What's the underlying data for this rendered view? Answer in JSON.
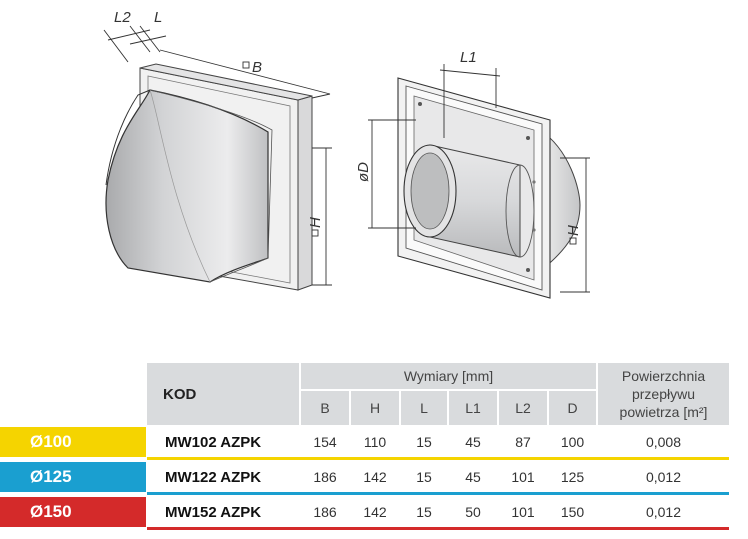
{
  "diagram": {
    "left_labels": {
      "l2": "L2",
      "l": "L",
      "b": "B",
      "h": "H"
    },
    "right_labels": {
      "l1": "L1",
      "d": "øD",
      "h": "H"
    }
  },
  "table": {
    "kod_header": "KOD",
    "dims_header": "Wymiary [mm]",
    "area_header_lines": [
      "Powierzchnia",
      "przepływu",
      "powietrza [m²]"
    ],
    "columns": [
      "B",
      "H",
      "L",
      "L1",
      "L2",
      "D"
    ],
    "rows": [
      {
        "dia": "Ø100",
        "color": "#f5d400",
        "code": "MW102 AZPK",
        "values": [
          "154",
          "110",
          "15",
          "45",
          "87",
          "100"
        ],
        "area": "0,008"
      },
      {
        "dia": "Ø125",
        "color": "#1a9fd0",
        "code": "MW122 AZPK",
        "values": [
          "186",
          "142",
          "15",
          "45",
          "101",
          "125"
        ],
        "area": "0,012"
      },
      {
        "dia": "Ø150",
        "color": "#d42a2a",
        "code": "MW152 AZPK",
        "values": [
          "186",
          "142",
          "15",
          "50",
          "101",
          "150"
        ],
        "area": "0,012"
      }
    ]
  }
}
